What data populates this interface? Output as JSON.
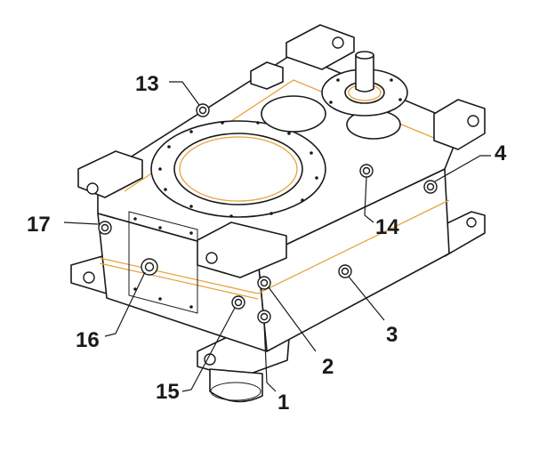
{
  "diagram": {
    "callouts": {
      "c1": "1",
      "c2": "2",
      "c3": "3",
      "c4": "4",
      "c13": "13",
      "c14": "14",
      "c15": "15",
      "c16": "16",
      "c17": "17"
    },
    "colors": {
      "outline": "#1a1a1a",
      "accent": "#e8a23a",
      "background": "#ffffff"
    }
  }
}
